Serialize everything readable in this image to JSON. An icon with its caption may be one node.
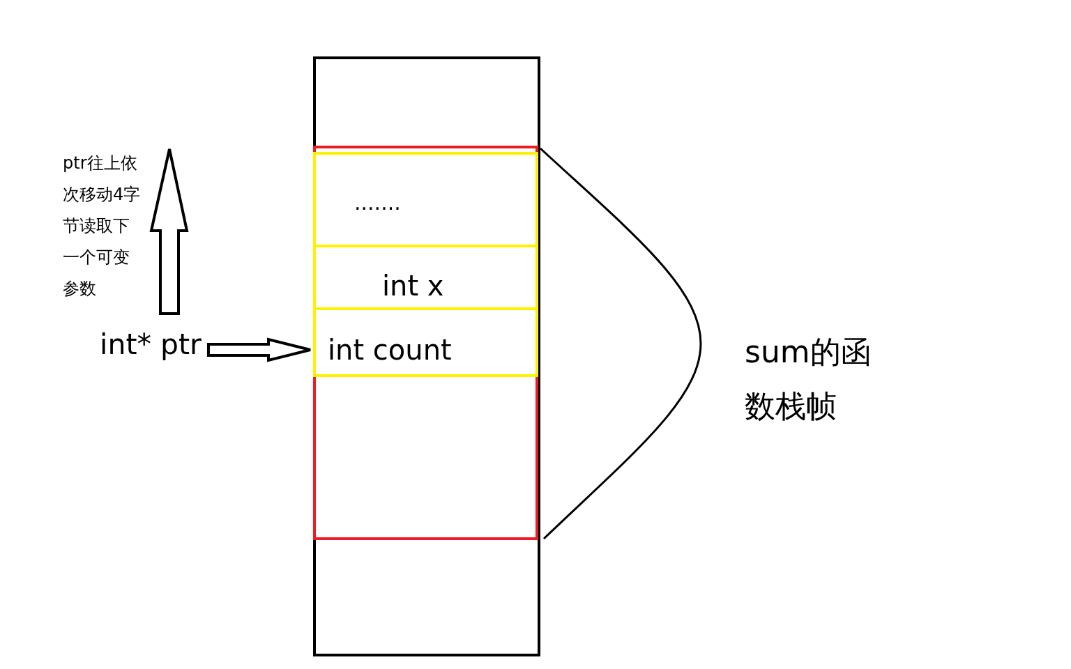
{
  "diagram": {
    "nodes": [
      {
        "text": [],
        "shape": "box"
      },
      {
        "text": [],
        "shape": "box",
        "in": 0
      },
      {
        "text": [
          "......."
        ],
        "in": 1
      },
      {
        "text": [
          "int x"
        ],
        "in": 1
      },
      {
        "text": [
          "int count"
        ],
        "in": 1
      },
      {
        "text": [
          "int* ptr"
        ]
      }
    ],
    "edges": [
      {
        "from": 5,
        "to": 4,
        "arrow": "to"
      }
    ],
    "labels": [
      "ptr往上依次移动4字节读取下一个可变参数",
      "sum的函数栈帧"
    ]
  }
}
